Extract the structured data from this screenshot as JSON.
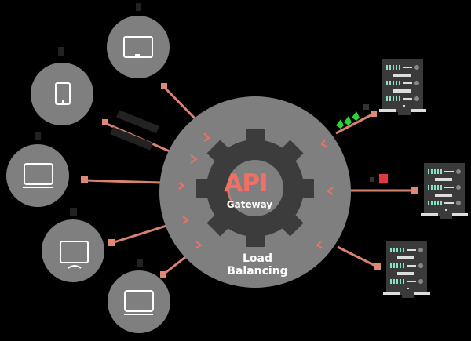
{
  "diagram": {
    "title": "API Gateway",
    "center": {
      "primary_label": "API",
      "secondary_label": "Gateway",
      "caption": "Load Balancing",
      "icon": "gear-icon"
    },
    "clients": [
      {
        "id": "client-monitor-top",
        "icon": "monitor-icon"
      },
      {
        "id": "client-tablet",
        "icon": "tablet-icon"
      },
      {
        "id": "client-laptop-left",
        "icon": "laptop-icon"
      },
      {
        "id": "client-tv",
        "icon": "tv-icon"
      },
      {
        "id": "client-laptop-bottom",
        "icon": "laptop-icon"
      }
    ],
    "servers": [
      {
        "id": "server-top",
        "icon": "server-rack-icon"
      },
      {
        "id": "server-middle",
        "icon": "server-rack-icon"
      },
      {
        "id": "server-bottom",
        "icon": "server-rack-icon"
      }
    ],
    "colors": {
      "background": "#000000",
      "node_fill": "#7f7f7f",
      "gear_fill": "#3c3c3c",
      "accent": "#f07064",
      "connector": "#d9826f",
      "server_body": "#3a3a3a",
      "server_led": "#8fe0c0",
      "status_green": "#2fd13a",
      "status_red": "#e03a3a"
    }
  }
}
